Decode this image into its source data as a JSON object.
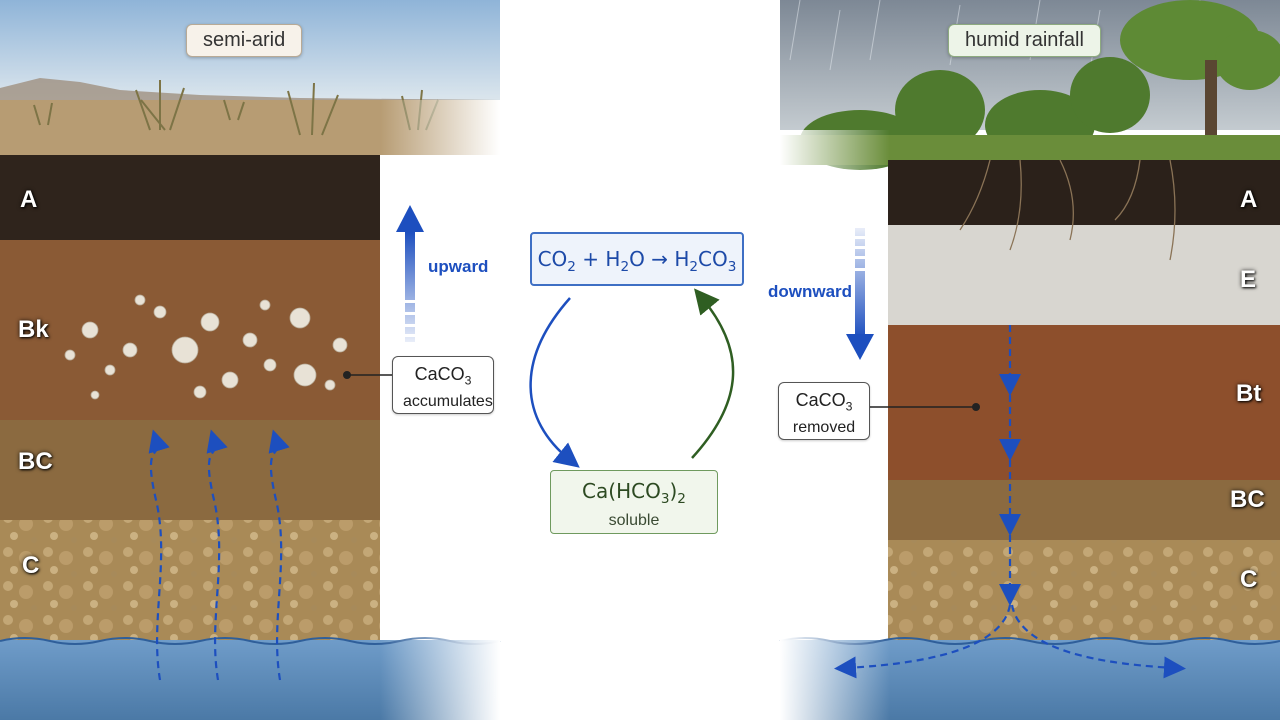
{
  "left_profile": {
    "climate_label": "semi-arid",
    "horizons": [
      "A",
      "Bk",
      "BC",
      "C"
    ],
    "flow_direction": "upward",
    "callout": {
      "compound": "CaCO",
      "subscript": "3",
      "text": "accumulates"
    }
  },
  "right_profile": {
    "climate_label": "humid rainfall",
    "horizons": [
      "A",
      "E",
      "Bt",
      "BC",
      "C"
    ],
    "flow_direction": "downward",
    "callout": {
      "compound": "CaCO",
      "subscript": "3",
      "text": "removed"
    }
  },
  "reaction": {
    "equation_parts": [
      "CO",
      "2",
      " + H",
      "2",
      "O → H",
      "2",
      "CO",
      "3"
    ],
    "product_parts": [
      "Ca(HCO",
      "3",
      ")",
      "2"
    ],
    "product_note": "soluble"
  },
  "colors": {
    "arrow_blue": "#1d4fbf",
    "reaction_green": "#2f5e22",
    "water_blue": "#5b8fc4"
  }
}
